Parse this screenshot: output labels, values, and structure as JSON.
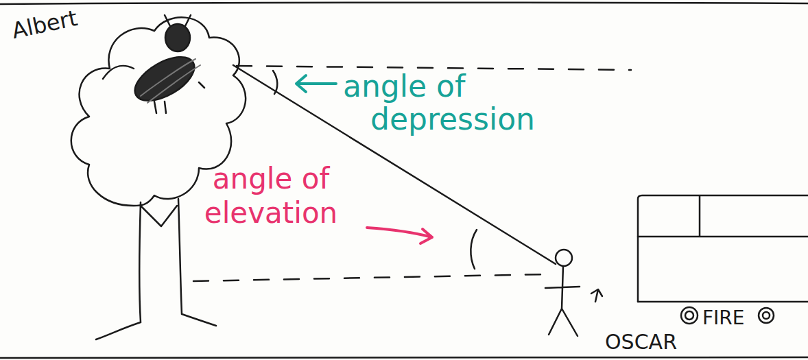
{
  "diagram": {
    "labels": [
      "Albert",
      "angle of depression",
      "angle of elevation",
      "FIRE",
      "OSCAR"
    ]
  }
}
